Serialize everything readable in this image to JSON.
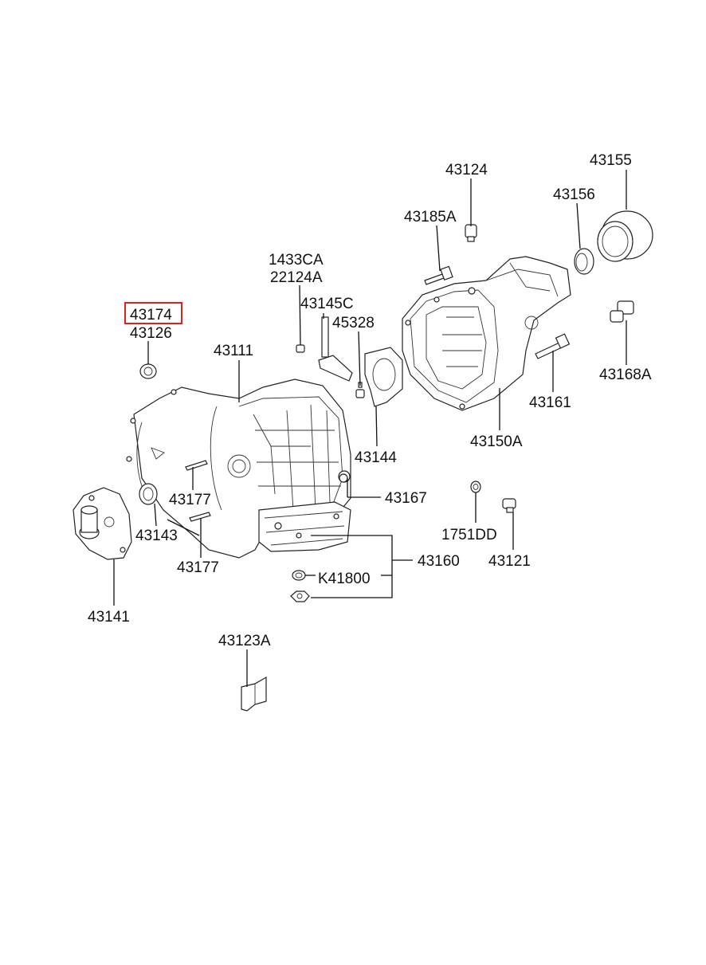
{
  "highlighted_part": "43174",
  "parts": [
    {
      "id": "43124",
      "label": "43124"
    },
    {
      "id": "43155",
      "label": "43155"
    },
    {
      "id": "43156",
      "label": "43156"
    },
    {
      "id": "43185A",
      "label": "43185A"
    },
    {
      "id": "1433CA",
      "label": "1433CA"
    },
    {
      "id": "22124A",
      "label": "22124A"
    },
    {
      "id": "43174",
      "label": "43174"
    },
    {
      "id": "43145C",
      "label": "43145C"
    },
    {
      "id": "45328",
      "label": "45328"
    },
    {
      "id": "43126",
      "label": "43126"
    },
    {
      "id": "43111",
      "label": "43111"
    },
    {
      "id": "43168A",
      "label": "43168A"
    },
    {
      "id": "43161",
      "label": "43161"
    },
    {
      "id": "43150A",
      "label": "43150A"
    },
    {
      "id": "43144",
      "label": "43144"
    },
    {
      "id": "43177a",
      "label": "43177"
    },
    {
      "id": "43167",
      "label": "43167"
    },
    {
      "id": "43143",
      "label": "43143"
    },
    {
      "id": "1751DD",
      "label": "1751DD"
    },
    {
      "id": "43160",
      "label": "43160"
    },
    {
      "id": "43177b",
      "label": "43177"
    },
    {
      "id": "43121",
      "label": "43121"
    },
    {
      "id": "K41800",
      "label": "K41800"
    },
    {
      "id": "43141",
      "label": "43141"
    },
    {
      "id": "43123A",
      "label": "43123A"
    }
  ]
}
